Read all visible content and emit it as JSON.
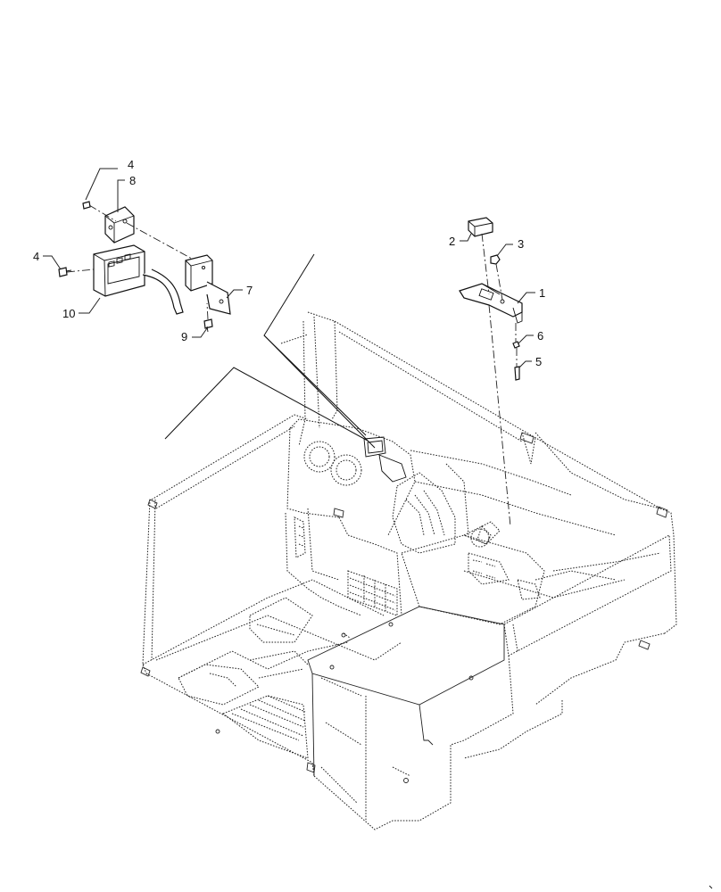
{
  "callouts": [
    {
      "id": "c4a",
      "label": "4"
    },
    {
      "id": "c8",
      "label": "8"
    },
    {
      "id": "c4b",
      "label": "4"
    },
    {
      "id": "c10",
      "label": "10"
    },
    {
      "id": "c7",
      "label": "7"
    },
    {
      "id": "c9",
      "label": "9"
    },
    {
      "id": "c2",
      "label": "2"
    },
    {
      "id": "c3",
      "label": "3"
    },
    {
      "id": "c1",
      "label": "1"
    },
    {
      "id": "c6",
      "label": "6"
    },
    {
      "id": "c5",
      "label": "5"
    }
  ]
}
